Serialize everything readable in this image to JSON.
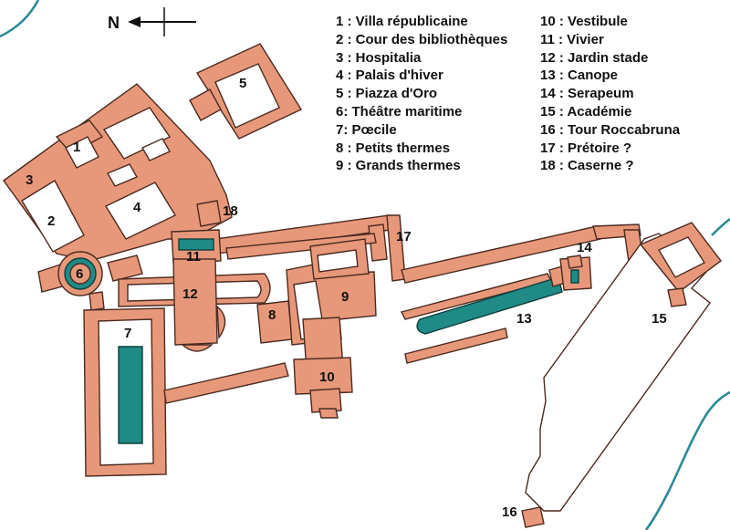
{
  "compass": {
    "label": "N"
  },
  "legend": {
    "left": [
      "1 : Villa républicaine",
      "2 : Cour des bibliothèques",
      "3 : Hospitalia",
      "4 : Palais d'hiver",
      "5 : Piazza d'Oro",
      "6: Théâtre maritime",
      "7: Pœcile",
      "8 : Petits thermes",
      "9 : Grands thermes"
    ],
    "right": [
      "10 : Vestibule",
      "11 : Vivier",
      "12 : Jardin stade",
      "13 : Canope",
      "14 : Serapeum",
      "15 : Académie",
      "16 : Tour Roccabruna",
      "17 : Prétoire ?",
      "18 : Caserne ?"
    ]
  },
  "labels": {
    "n1": "1",
    "n2": "2",
    "n3": "3",
    "n4": "4",
    "n5": "5",
    "n6": "6",
    "n7": "7",
    "n8": "8",
    "n9": "9",
    "n10": "10",
    "n11": "11",
    "n12": "12",
    "n13": "13",
    "n14": "14",
    "n15": "15",
    "n16": "16",
    "n17": "17",
    "n18": "18"
  },
  "colors": {
    "building": "#E8987A",
    "water": "#1F8A86",
    "river": "#2C8B95",
    "outline": "#4a2a20"
  }
}
